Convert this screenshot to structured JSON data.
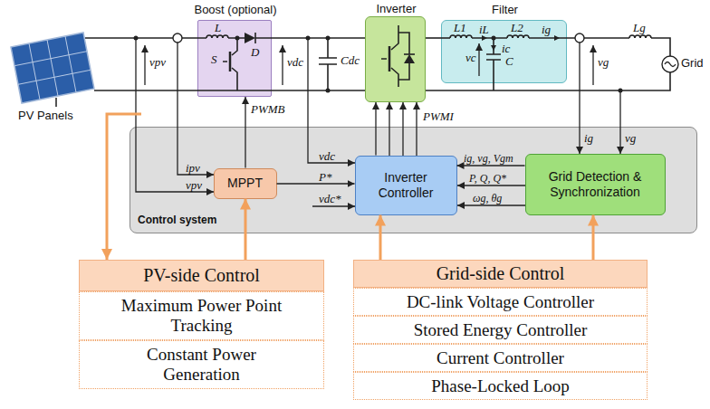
{
  "diagram": {
    "nodes": [
      {
        "text": [
          "Boost (optional)",
          "L",
          "D",
          "S"
        ]
      },
      {
        "text": [
          "Inverter"
        ]
      },
      {
        "text": [
          "Filter",
          "L1",
          "iL",
          "L2",
          "ig",
          "vc",
          "ic",
          "C"
        ]
      },
      {
        "text": [
          "Control system"
        ]
      },
      {
        "text": [
          "MPPT"
        ],
        "in": 3
      },
      {
        "text": [
          "Inverter Controller"
        ],
        "in": 3
      },
      {
        "text": [
          "Grid Detection & Synchronization"
        ],
        "in": 3
      },
      {
        "text": [
          "PV-side Control"
        ]
      },
      {
        "text": [
          "Maximum Power Point Tracking"
        ]
      },
      {
        "text": [
          "Constant Power Generation"
        ]
      },
      {
        "text": [
          "Grid-side Control"
        ]
      },
      {
        "text": [
          "DC-link Voltage Controller"
        ]
      },
      {
        "text": [
          "Stored Energy Controller"
        ]
      },
      {
        "text": [
          "Current Controller"
        ]
      },
      {
        "text": [
          "Phase-Locked Loop"
        ]
      }
    ],
    "edges": [
      {
        "from": 0,
        "to": 1,
        "arrow": "none"
      },
      {
        "from": 1,
        "to": 2,
        "arrow": "none"
      },
      {
        "from": 4,
        "to": 0,
        "arrow": "to"
      },
      {
        "from": 4,
        "to": 5,
        "arrow": "to"
      },
      {
        "from": 5,
        "to": 1,
        "arrow": "to"
      },
      {
        "from": 6,
        "to": 5,
        "arrow": "to"
      },
      {
        "from": 7,
        "to": 4,
        "arrow": "to"
      },
      {
        "from": 10,
        "to": 5,
        "arrow": "to"
      },
      {
        "from": 10,
        "to": 6,
        "arrow": "to"
      }
    ],
    "labels": [
      "PV Panels",
      "vpv",
      "vdc",
      "Cdc",
      "Lg",
      "vg",
      "Grid",
      "ipv",
      "vpv",
      "PWMB",
      "vdc",
      "P*",
      "vdc*",
      "PWMI",
      "ig, vg, Vgm",
      "P, Q, Q*",
      "ωg, θg",
      "ig",
      "vg"
    ]
  }
}
